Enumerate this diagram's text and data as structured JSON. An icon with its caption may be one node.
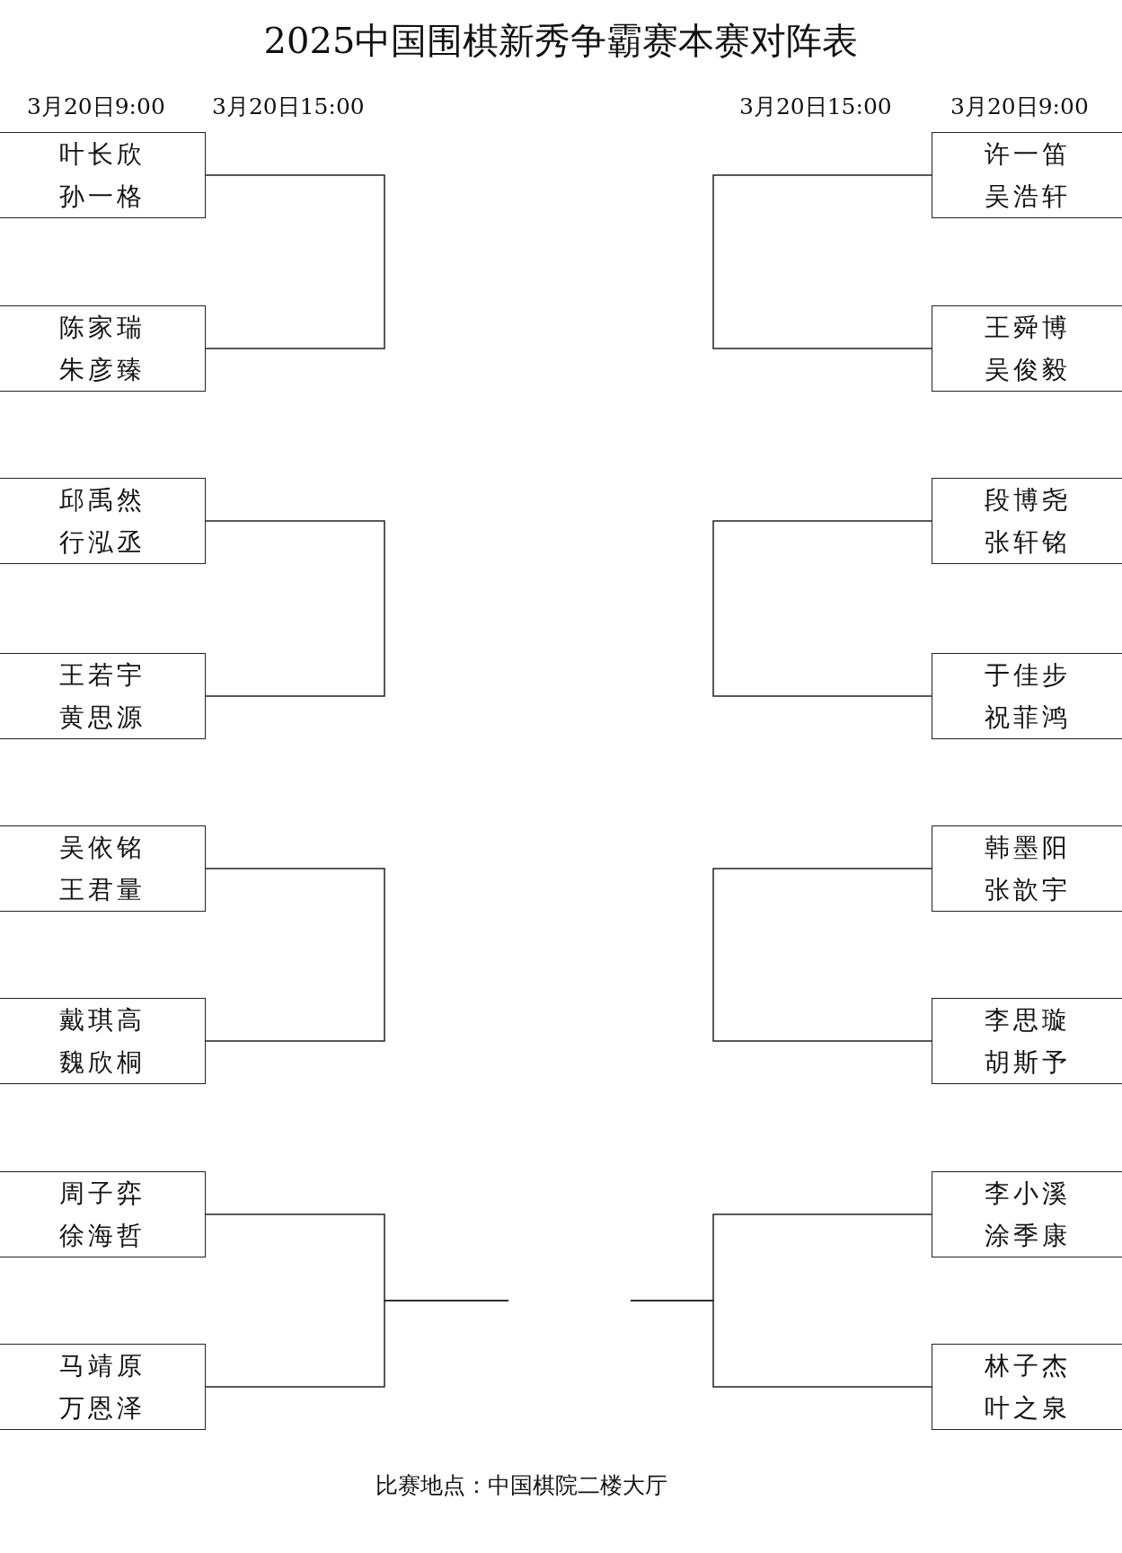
{
  "diagram": {
    "title": "2025中国围棋新秀争霸赛本赛对阵表",
    "nodes": [
      {
        "text": [
          "叶长欣",
          "孙一格"
        ]
      },
      {
        "text": [
          "陈家瑞",
          "朱彦臻"
        ]
      },
      {
        "text": [
          "邱禹然",
          "行泓丞"
        ]
      },
      {
        "text": [
          "王若宇",
          "黄思源"
        ]
      },
      {
        "text": [
          "吴依铭",
          "王君量"
        ]
      },
      {
        "text": [
          "戴琪高",
          "魏欣桐"
        ]
      },
      {
        "text": [
          "周子弈",
          "徐海哲"
        ]
      },
      {
        "text": [
          "马靖原",
          "万恩泽"
        ]
      },
      {
        "text": [
          "许一笛",
          "吴浩轩"
        ]
      },
      {
        "text": [
          "王舜博",
          "吴俊毅"
        ]
      },
      {
        "text": [
          "段博尧",
          "张轩铭"
        ]
      },
      {
        "text": [
          "于佳步",
          "祝菲鸿"
        ]
      },
      {
        "text": [
          "韩墨阳",
          "张歆宇"
        ]
      },
      {
        "text": [
          "李思璇",
          "胡斯予"
        ]
      },
      {
        "text": [
          "李小溪",
          "涂季康"
        ]
      },
      {
        "text": [
          "林子杰",
          "叶之泉"
        ]
      }
    ],
    "edges": [
      {
        "from": 0,
        "to": 1,
        "arrow": "none"
      },
      {
        "from": 2,
        "to": 3,
        "arrow": "none"
      },
      {
        "from": 4,
        "to": 5,
        "arrow": "none"
      },
      {
        "from": 6,
        "to": null,
        "arrow": "none"
      },
      {
        "from": 7,
        "to": null,
        "arrow": "none"
      },
      {
        "from": 8,
        "to": 9,
        "arrow": "none"
      },
      {
        "from": 10,
        "to": 11,
        "arrow": "none"
      },
      {
        "from": 12,
        "to": 13,
        "arrow": "none"
      },
      {
        "from": 14,
        "to": null,
        "arrow": "none"
      },
      {
        "from": 15,
        "to": null,
        "arrow": "none"
      }
    ],
    "labels": [
      "3月20日9:00",
      "3月20日15:00",
      "3月20日15:00",
      "3月20日9:00",
      "比赛地点：中国棋院二楼大厅"
    ]
  }
}
